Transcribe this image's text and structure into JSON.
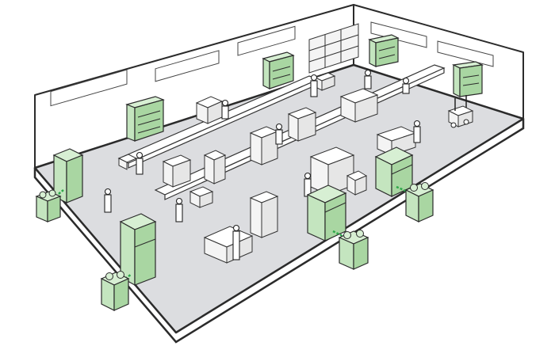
{
  "colors": {
    "unit_green": "#c4e5bf",
    "unit_green_dark": "#a9d6a2",
    "pipe_green": "#2ea84a",
    "floor": "#dcdde0",
    "outline": "#2b2b2b"
  },
  "counts": {
    "wall_mounted_units": 4,
    "floor_standing_units": 4,
    "outdoor_condensers": 4,
    "conveyor_lines": 2
  }
}
